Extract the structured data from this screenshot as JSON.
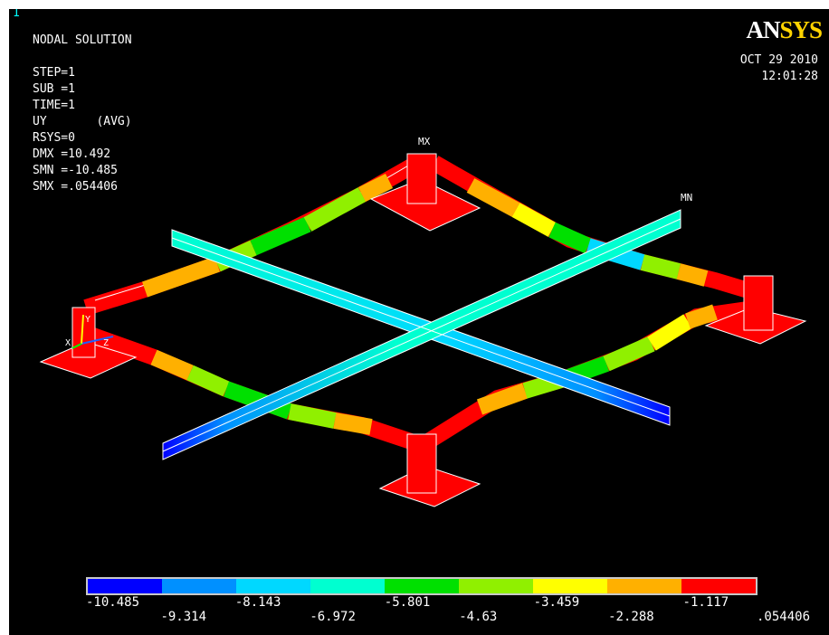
{
  "viewport_number": "1",
  "brand": {
    "part1": "AN",
    "part2": "SYS"
  },
  "date": "OCT 29 2010",
  "time": "12:01:28",
  "info_lines": [
    "NODAL SOLUTION",
    "",
    "STEP=1",
    "SUB =1",
    "TIME=1",
    "UY       (AVG)",
    "RSYS=0",
    "DMX =10.492",
    "SMN =-10.485",
    "SMX =.054406"
  ],
  "markers": {
    "max_label": "MX",
    "min_label": "MN"
  },
  "triad": {
    "x_label": "X",
    "y_label": "Y",
    "z_label": "Z"
  },
  "legend": {
    "colors": [
      "#0000ff",
      "#0090ff",
      "#00d8ff",
      "#00ffd0",
      "#00e000",
      "#90f000",
      "#ffff00",
      "#ffb000",
      "#ff0000"
    ],
    "upper_ticks": [
      "-10.485",
      "-8.143",
      "-5.801",
      "-3.459",
      "-1.117"
    ],
    "lower_ticks": [
      "-9.314",
      "-6.972",
      "-4.63",
      "-2.288",
      ".054406"
    ]
  }
}
